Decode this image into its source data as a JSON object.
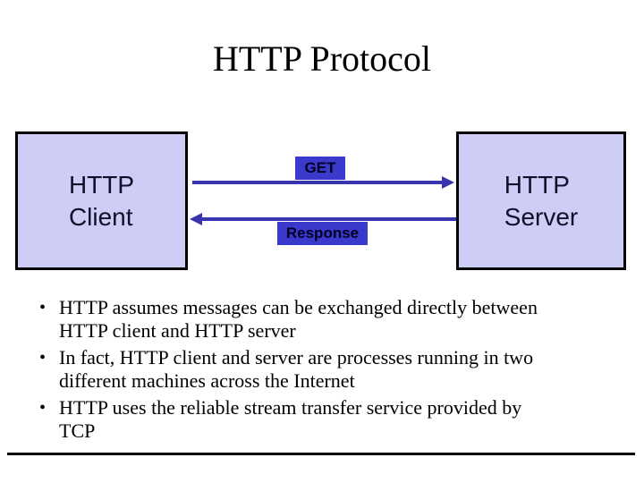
{
  "slide": {
    "title": "HTTP Protocol",
    "diagram": {
      "client": {
        "line1": "HTTP",
        "line2": "Client"
      },
      "server": {
        "line1": "HTTP",
        "line2": "Server"
      },
      "request_label": "GET",
      "response_label": "Response"
    },
    "bullets": [
      {
        "lines": [
          "HTTP assumes messages can be exchanged directly between",
          "HTTP client and HTTP server"
        ]
      },
      {
        "lines": [
          "In fact, HTTP client and server are processes running in two",
          "different machines across the Internet"
        ]
      },
      {
        "lines": [
          "HTTP uses the reliable stream transfer service provided by",
          "TCP"
        ]
      }
    ],
    "colors": {
      "box_fill": "#cdcdf5",
      "box_border": "#000000",
      "arrow": "#3834ad",
      "badge_bg": "#3a39cb",
      "badge_text": "#000022",
      "box_text": "#10102a",
      "text": "#000000"
    }
  }
}
